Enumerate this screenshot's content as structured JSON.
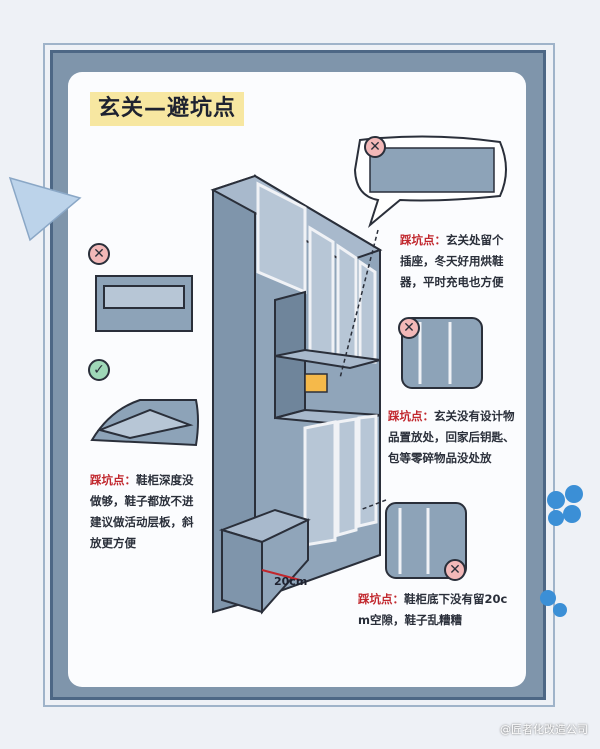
{
  "title": "玄关—避坑点",
  "pitfall_label": "踩坑点：",
  "notes": {
    "left": [
      "鞋柜深度没",
      "做够，鞋子都放不进",
      "建议做活动层板，斜",
      "放更方便"
    ],
    "top_right": [
      "玄关处留个",
      "插座，冬天好用烘鞋",
      "器，平时充电也方便"
    ],
    "mid_right": [
      "玄关没有设计物",
      "品置放处，回家后钥匙、",
      "包等零碎物品没处放"
    ],
    "bottom_right": [
      "鞋柜底下没有留20c",
      "m空隙，鞋子乱糟糟"
    ]
  },
  "dimension": "20cm",
  "watermark": "@匠者化改造公司",
  "colors": {
    "cabinet": "#7f95ab",
    "frame": "#4d6785",
    "title_bg": "#f7e7a1",
    "accent": "#c1272d"
  }
}
